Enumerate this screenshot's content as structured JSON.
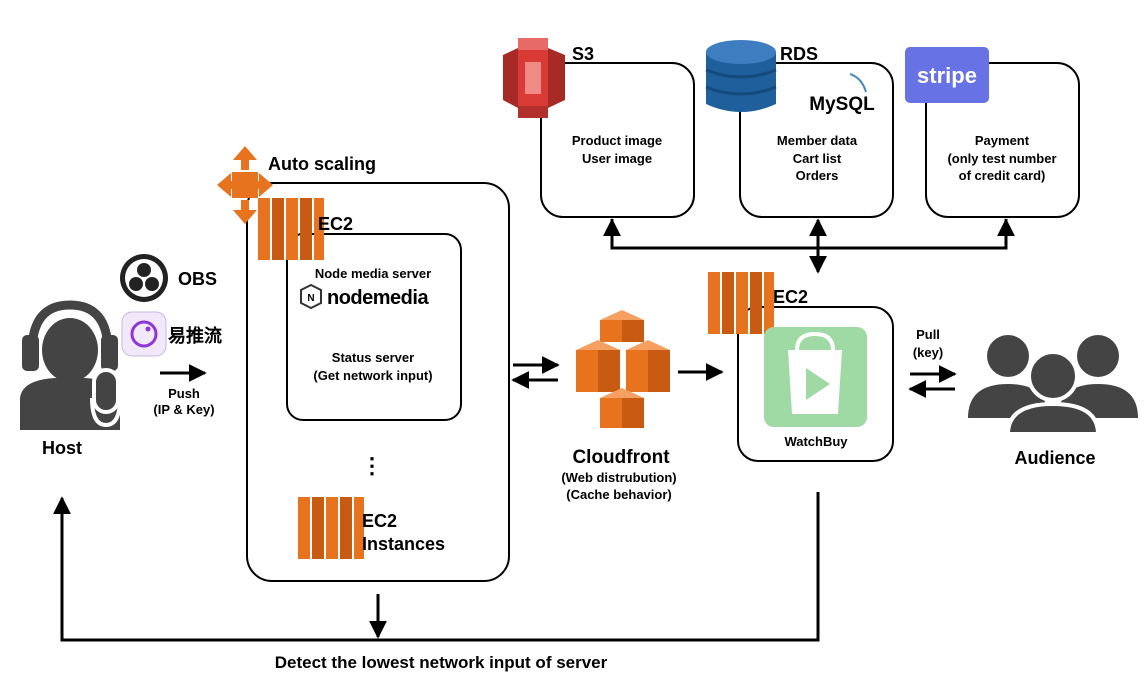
{
  "host": {
    "label": "Host"
  },
  "streaming": {
    "obs": "OBS",
    "yituiliu": "易推流",
    "push_label": "Push",
    "push_detail": "(IP & Key)"
  },
  "autoscaling": {
    "label": "Auto scaling",
    "ec2_label": "EC2",
    "node_media_server": "Node media server",
    "nodemedia_logo": "nodemedia",
    "status_server": "Status server",
    "status_detail": "(Get network input)",
    "ellipsis": "⋮",
    "instances_line1": "EC2",
    "instances_line2": "Instances"
  },
  "cloudfront": {
    "label": "Cloudfront",
    "detail1": "(Web distrubution)",
    "detail2": "(Cache behavior)"
  },
  "s3": {
    "label": "S3",
    "line1": "Product image",
    "line2": "User image"
  },
  "rds": {
    "label": "RDS",
    "mysql": "MySQL",
    "line1": "Member data",
    "line2": "Cart list",
    "line3": "Orders"
  },
  "stripe": {
    "logo": "stripe",
    "line1": "Payment",
    "line2": "(only test number",
    "line3": "of credit card)"
  },
  "watchbuy": {
    "ec2_label": "EC2",
    "label": "WatchBuy"
  },
  "pull": {
    "label": "Pull",
    "detail": "(key)"
  },
  "audience": {
    "label": "Audience"
  },
  "footer": {
    "label": "Detect the lowest network input of server"
  },
  "colors": {
    "aws_orange": "#E8731E",
    "s3_red": "#D93A36",
    "rds_blue": "#1E5F9C",
    "stripe": "#6772E5",
    "watchbuy_green": "#9FD9A3"
  }
}
